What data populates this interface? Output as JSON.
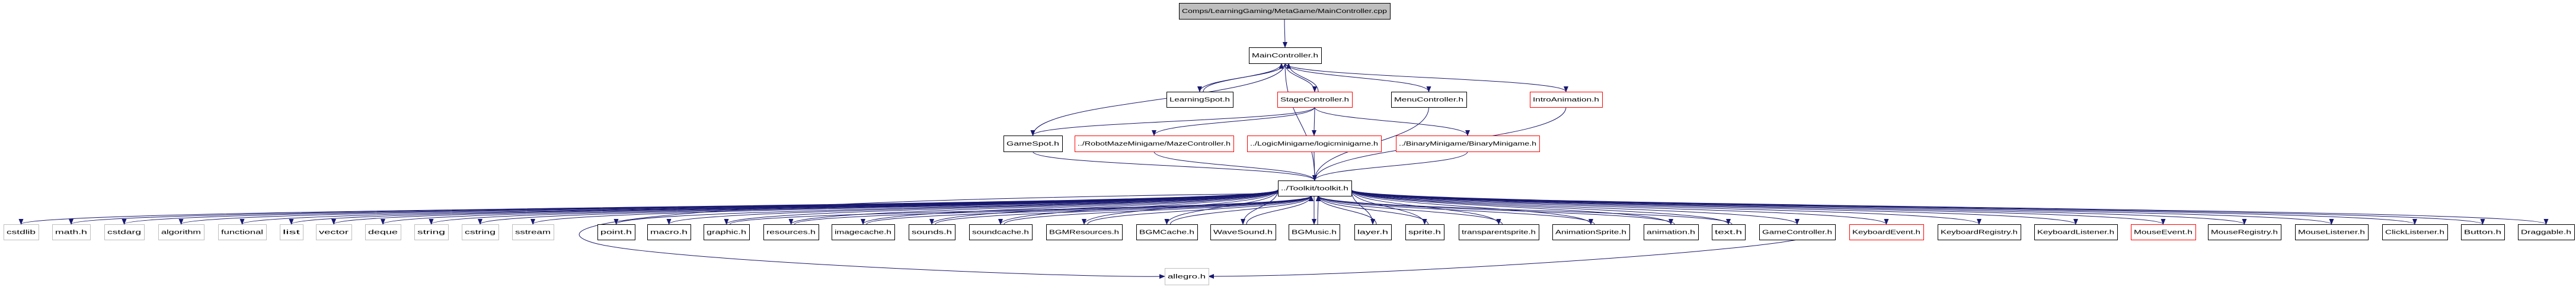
{
  "graph": {
    "edge_color": "#191970",
    "root_fill": "#bfbfbf",
    "nodes": [
      {
        "id": "root",
        "label": "Comps/LearningGaming/MetaGame/MainController.cpp",
        "kind": "root"
      },
      {
        "id": "main",
        "label": "MainController.h",
        "kind": "doc"
      },
      {
        "id": "learn",
        "label": "LearningSpot.h",
        "kind": "doc"
      },
      {
        "id": "stage",
        "label": "StageController.h",
        "kind": "undoc"
      },
      {
        "id": "menu",
        "label": "MenuController.h",
        "kind": "doc"
      },
      {
        "id": "intro",
        "label": "IntroAnimation.h",
        "kind": "undoc"
      },
      {
        "id": "gamespot",
        "label": "GameSpot.h",
        "kind": "doc"
      },
      {
        "id": "maze",
        "label": "../RobotMazeMinigame/MazeController.h",
        "kind": "undoc"
      },
      {
        "id": "logic",
        "label": "../LogicMinigame/logicminigame.h",
        "kind": "undoc"
      },
      {
        "id": "binary",
        "label": "../BinaryMinigame/BinaryMinigame.h",
        "kind": "undoc"
      },
      {
        "id": "toolkit",
        "label": "../Toolkit/toolkit.h",
        "kind": "doc"
      },
      {
        "id": "cstdlib",
        "label": "cstdlib",
        "kind": "ext"
      },
      {
        "id": "math",
        "label": "math.h",
        "kind": "ext"
      },
      {
        "id": "cstdarg",
        "label": "cstdarg",
        "kind": "ext"
      },
      {
        "id": "algorithm",
        "label": "algorithm",
        "kind": "ext"
      },
      {
        "id": "functional",
        "label": "functional",
        "kind": "ext"
      },
      {
        "id": "list",
        "label": "list",
        "kind": "ext"
      },
      {
        "id": "vector",
        "label": "vector",
        "kind": "ext"
      },
      {
        "id": "deque",
        "label": "deque",
        "kind": "ext"
      },
      {
        "id": "string",
        "label": "string",
        "kind": "ext"
      },
      {
        "id": "cstring",
        "label": "cstring",
        "kind": "ext"
      },
      {
        "id": "sstream",
        "label": "sstream",
        "kind": "ext"
      },
      {
        "id": "point",
        "label": "point.h",
        "kind": "doc"
      },
      {
        "id": "macro",
        "label": "macro.h",
        "kind": "doc"
      },
      {
        "id": "graphic",
        "label": "graphic.h",
        "kind": "doc"
      },
      {
        "id": "resources",
        "label": "resources.h",
        "kind": "doc"
      },
      {
        "id": "imagecache",
        "label": "imagecache.h",
        "kind": "doc"
      },
      {
        "id": "sounds",
        "label": "sounds.h",
        "kind": "doc"
      },
      {
        "id": "soundcache",
        "label": "soundcache.h",
        "kind": "doc"
      },
      {
        "id": "bgmres",
        "label": "BGMResources.h",
        "kind": "doc"
      },
      {
        "id": "bgmcache",
        "label": "BGMCache.h",
        "kind": "doc"
      },
      {
        "id": "wavesound",
        "label": "WaveSound.h",
        "kind": "doc"
      },
      {
        "id": "bgmusic",
        "label": "BGMusic.h",
        "kind": "doc"
      },
      {
        "id": "layer",
        "label": "layer.h",
        "kind": "doc"
      },
      {
        "id": "sprite",
        "label": "sprite.h",
        "kind": "doc"
      },
      {
        "id": "tsprite",
        "label": "transparentsprite.h",
        "kind": "doc"
      },
      {
        "id": "animsprite",
        "label": "AnimationSprite.h",
        "kind": "doc"
      },
      {
        "id": "animation",
        "label": "animation.h",
        "kind": "doc"
      },
      {
        "id": "text",
        "label": "text.h",
        "kind": "doc"
      },
      {
        "id": "gamectrl",
        "label": "GameController.h",
        "kind": "doc"
      },
      {
        "id": "kbevent",
        "label": "KeyboardEvent.h",
        "kind": "undoc"
      },
      {
        "id": "kbreg",
        "label": "KeyboardRegistry.h",
        "kind": "doc"
      },
      {
        "id": "kblist",
        "label": "KeyboardListener.h",
        "kind": "doc"
      },
      {
        "id": "mouseevent",
        "label": "MouseEvent.h",
        "kind": "undoc"
      },
      {
        "id": "mousereg",
        "label": "MouseRegistry.h",
        "kind": "doc"
      },
      {
        "id": "mouselist",
        "label": "MouseListener.h",
        "kind": "doc"
      },
      {
        "id": "clicklist",
        "label": "ClickListener.h",
        "kind": "doc"
      },
      {
        "id": "button",
        "label": "Button.h",
        "kind": "doc"
      },
      {
        "id": "draggable",
        "label": "Draggable.h",
        "kind": "doc"
      },
      {
        "id": "allegro",
        "label": "allegro.h",
        "kind": "ext"
      }
    ],
    "border_colors": {
      "root": "#000000",
      "doc": "#000000",
      "undoc": "#ff0000",
      "ext": "#bfbfbf"
    },
    "edges": [
      [
        "root",
        "main"
      ],
      [
        "main",
        "learn"
      ],
      [
        "learn",
        "main"
      ],
      [
        "main",
        "stage"
      ],
      [
        "stage",
        "main"
      ],
      [
        "main",
        "menu"
      ],
      [
        "main",
        "intro"
      ],
      [
        "main",
        "gamespot"
      ],
      [
        "main",
        "toolkit"
      ],
      [
        "stage",
        "maze"
      ],
      [
        "stage",
        "logic"
      ],
      [
        "stage",
        "binary"
      ],
      [
        "stage",
        "gamespot"
      ],
      [
        "gamespot",
        "toolkit"
      ],
      [
        "maze",
        "toolkit"
      ],
      [
        "logic",
        "toolkit"
      ],
      [
        "binary",
        "toolkit"
      ],
      [
        "menu",
        "toolkit"
      ],
      [
        "intro",
        "toolkit"
      ],
      [
        "toolkit",
        "cstdlib"
      ],
      [
        "toolkit",
        "math"
      ],
      [
        "toolkit",
        "cstdarg"
      ],
      [
        "toolkit",
        "algorithm"
      ],
      [
        "toolkit",
        "functional"
      ],
      [
        "toolkit",
        "list"
      ],
      [
        "toolkit",
        "vector"
      ],
      [
        "toolkit",
        "deque"
      ],
      [
        "toolkit",
        "string"
      ],
      [
        "toolkit",
        "cstring"
      ],
      [
        "toolkit",
        "sstream"
      ],
      [
        "toolkit",
        "point"
      ],
      [
        "toolkit",
        "macro"
      ],
      [
        "toolkit",
        "graphic"
      ],
      [
        "toolkit",
        "resources"
      ],
      [
        "toolkit",
        "imagecache"
      ],
      [
        "toolkit",
        "sounds"
      ],
      [
        "toolkit",
        "soundcache"
      ],
      [
        "toolkit",
        "bgmres"
      ],
      [
        "toolkit",
        "bgmcache"
      ],
      [
        "toolkit",
        "wavesound"
      ],
      [
        "toolkit",
        "bgmusic"
      ],
      [
        "toolkit",
        "layer"
      ],
      [
        "toolkit",
        "sprite"
      ],
      [
        "toolkit",
        "tsprite"
      ],
      [
        "toolkit",
        "animsprite"
      ],
      [
        "toolkit",
        "animation"
      ],
      [
        "toolkit",
        "text"
      ],
      [
        "toolkit",
        "gamectrl"
      ],
      [
        "toolkit",
        "kbevent"
      ],
      [
        "toolkit",
        "kbreg"
      ],
      [
        "toolkit",
        "kblist"
      ],
      [
        "toolkit",
        "mouseevent"
      ],
      [
        "toolkit",
        "mousereg"
      ],
      [
        "toolkit",
        "mouselist"
      ],
      [
        "toolkit",
        "clicklist"
      ],
      [
        "toolkit",
        "button"
      ],
      [
        "toolkit",
        "draggable"
      ],
      [
        "toolkit",
        "allegro"
      ],
      [
        "bgmcache",
        "toolkit"
      ],
      [
        "wavesound",
        "toolkit"
      ],
      [
        "bgmusic",
        "toolkit"
      ],
      [
        "layer",
        "toolkit"
      ],
      [
        "sprite",
        "toolkit"
      ],
      [
        "tsprite",
        "toolkit"
      ],
      [
        "animsprite",
        "toolkit"
      ],
      [
        "animation",
        "toolkit"
      ],
      [
        "text",
        "toolkit"
      ],
      [
        "soundcache",
        "toolkit"
      ],
      [
        "imagecache",
        "toolkit"
      ],
      [
        "resources",
        "toolkit"
      ],
      [
        "graphic",
        "toolkit"
      ],
      [
        "sounds",
        "toolkit"
      ],
      [
        "bgmres",
        "toolkit"
      ],
      [
        "gamectrl",
        "allegro"
      ]
    ]
  }
}
